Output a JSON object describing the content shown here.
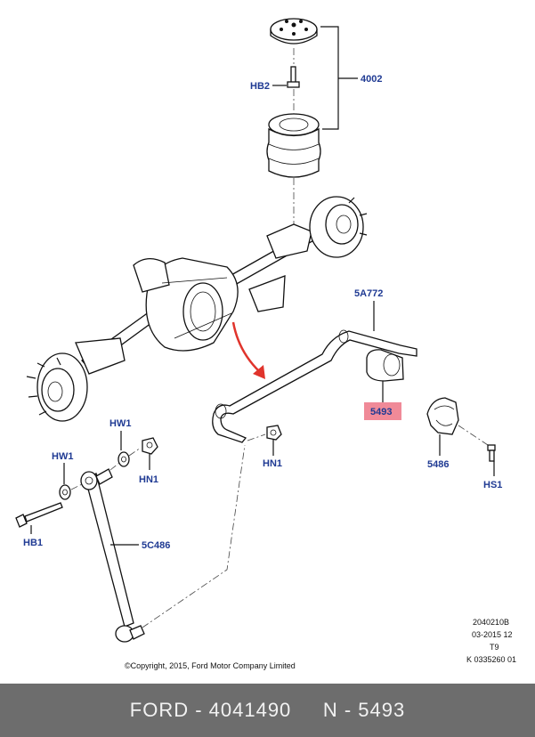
{
  "labels": {
    "air_spring": "4002",
    "hb2": "HB2",
    "stabilizer_bar": "5A772",
    "bushing": "5493",
    "bracket": "5486",
    "hs1": "HS1",
    "hw1_top": "HW1",
    "hn1_top": "HN1",
    "hw1_left": "HW1",
    "hb1": "HB1",
    "hn1_mid": "HN1",
    "link": "5C486"
  },
  "meta": {
    "code1": "2040210B",
    "code2": "03-2015 12",
    "code3": "T9",
    "code4": "K 0335260 01",
    "copyright": "©Copyright, 2015, Ford Motor Company Limited"
  },
  "colors": {
    "label": "#1f3a93",
    "highlight_fill": "#f08a98",
    "arrow": "#e0342c",
    "footer_bg": "#6d6d6d"
  },
  "footer": {
    "text": "FORD - 4041490     N - 5493"
  }
}
